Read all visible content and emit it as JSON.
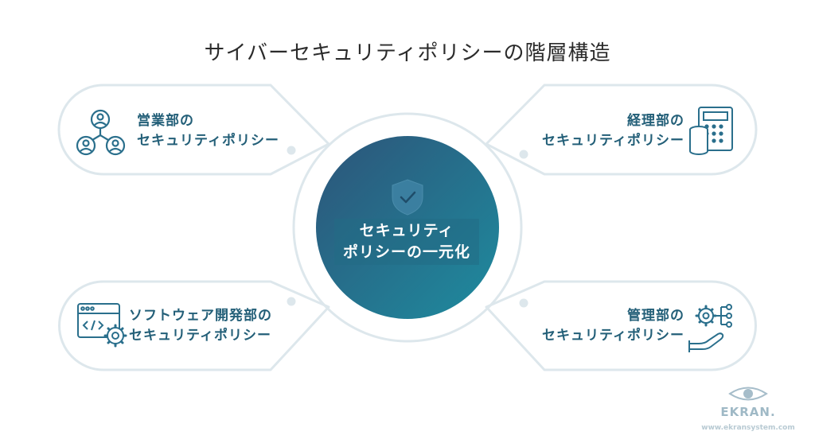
{
  "title": "サイバーセキュリティポリシーの階層構造",
  "center": {
    "line1": "セキュリティ",
    "line2": "ポリシーの一元化",
    "icon": "shield-check-icon"
  },
  "cards": {
    "sales": {
      "line1": "営業部の",
      "line2": "セキュリティポリシー",
      "icon": "people-network-icon"
    },
    "accounting": {
      "line1": "経理部の",
      "line2": "セキュリティポリシー",
      "icon": "calculator-coins-icon"
    },
    "software": {
      "line1": "ソフトウェア開発部の",
      "line2": "セキュリティポリシー",
      "icon": "code-window-gear-icon"
    },
    "management": {
      "line1": "管理部の",
      "line2": "セキュリティポリシー",
      "icon": "hand-gear-network-icon"
    }
  },
  "brand": {
    "name": "EKRAN.",
    "url": "www.ekransystem.com",
    "icon": "eye-logo-icon"
  },
  "colors": {
    "accent": "#2a6f8c",
    "outline": "#dde7ec",
    "center_gradient_start": "#2d5a7c",
    "center_gradient_end": "#1f8a9e",
    "text": "#235f78"
  }
}
